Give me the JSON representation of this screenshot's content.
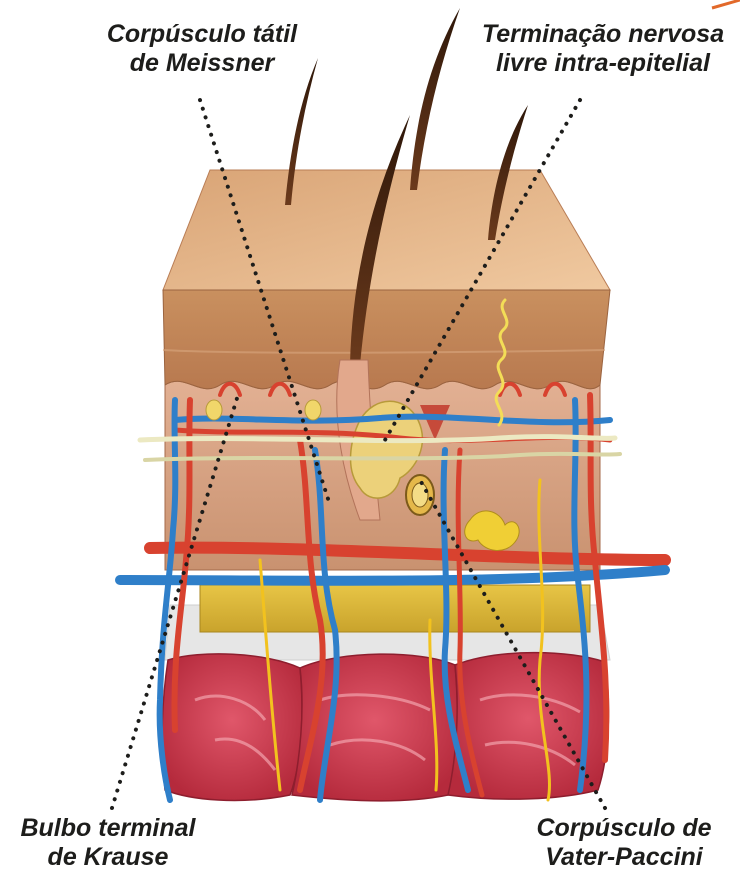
{
  "labels": {
    "meissner": {
      "line1": "Corpúsculo tátil",
      "line2": "de Meissner"
    },
    "free_ending": {
      "line1": "Terminação nervosa",
      "line2": "livre intra-epitelial"
    },
    "krause": {
      "line1": "Bulbo terminal",
      "line2": "de Krause"
    },
    "pacini": {
      "line1": "Corpúsculo de",
      "line2": "Vater-Paccini"
    }
  },
  "colors": {
    "epidermis": "#d9a476",
    "dermis": "#c88a63",
    "artery": "#d8422f",
    "vein": "#2f7fc9",
    "nerve": "#ece9c2",
    "fat": "#e9c64a",
    "muscle": "#c9344a",
    "hair": "#4a2814"
  }
}
